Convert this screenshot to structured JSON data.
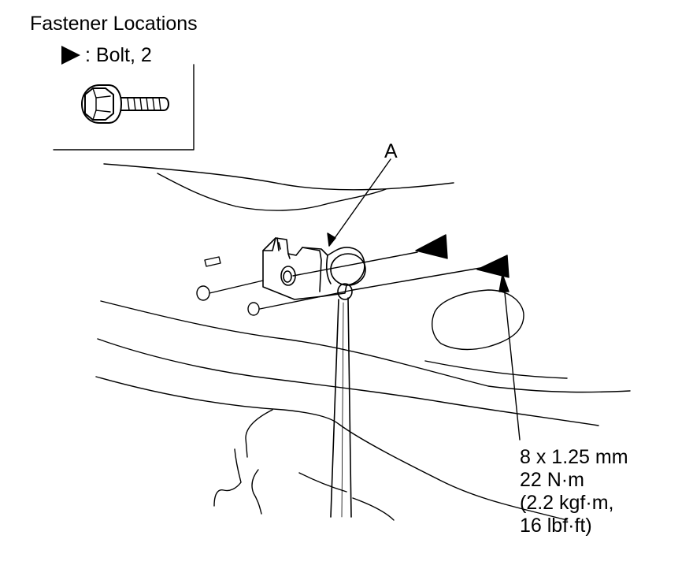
{
  "title": "Fastener Locations",
  "legend": {
    "symbol": "black-triangle",
    "label": ": Bolt, 2"
  },
  "callout": "A",
  "spec": [
    "8 x 1.25 mm",
    "22 N·m",
    "(2.2 kgf·m,",
    "16 lbf·ft)"
  ]
}
